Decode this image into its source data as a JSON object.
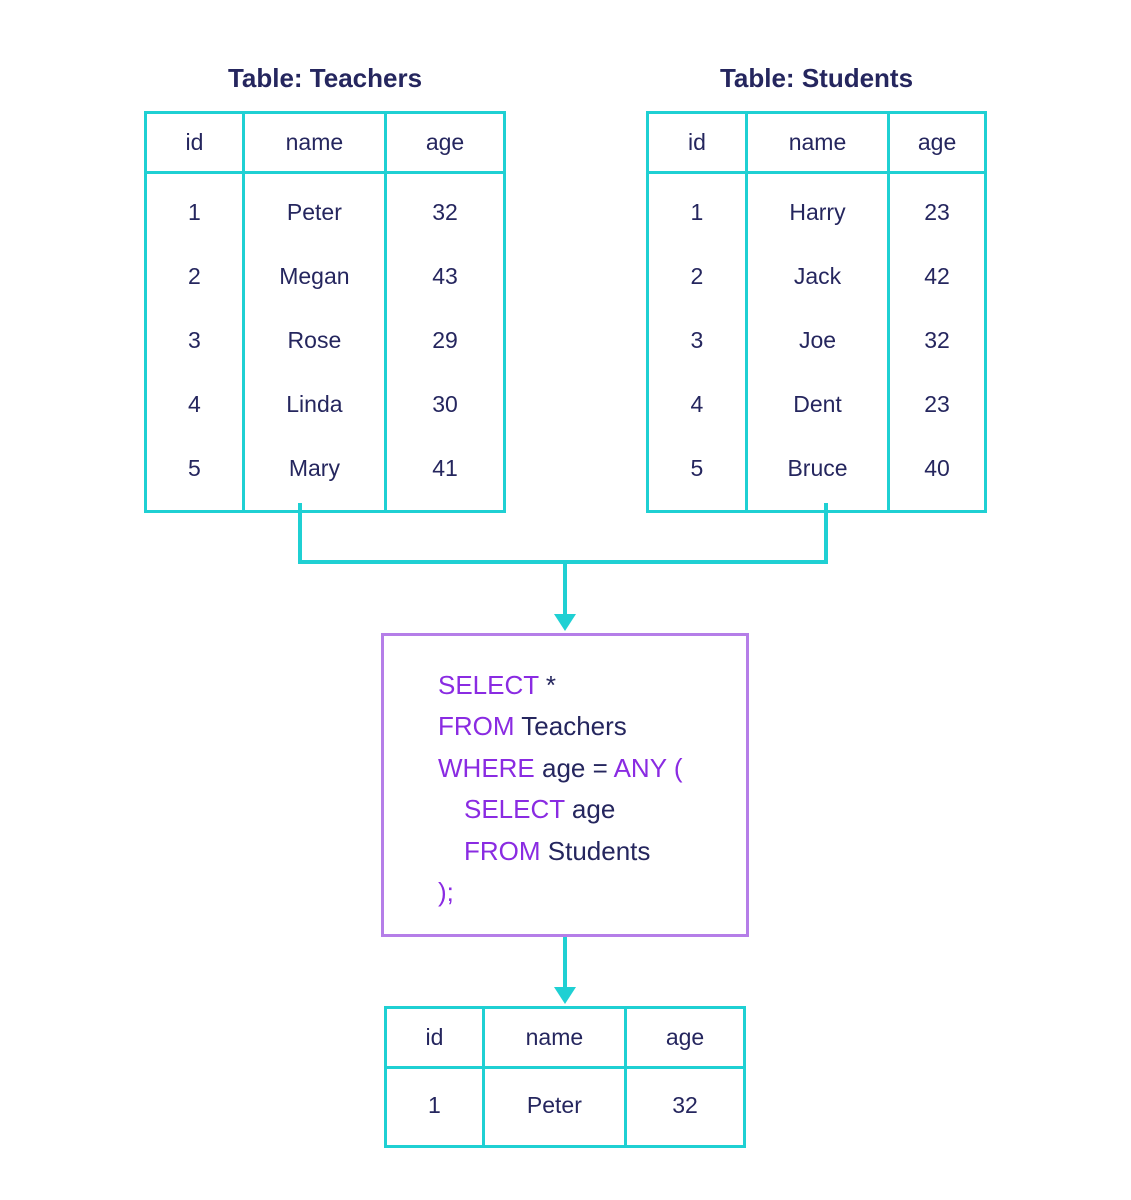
{
  "teachers": {
    "title": "Table: Teachers",
    "columns": [
      "id",
      "name",
      "age"
    ],
    "rows": [
      [
        "1",
        "Peter",
        "32"
      ],
      [
        "2",
        "Megan",
        "43"
      ],
      [
        "3",
        "Rose",
        "29"
      ],
      [
        "4",
        "Linda",
        "30"
      ],
      [
        "5",
        "Mary",
        "41"
      ]
    ]
  },
  "students": {
    "title": "Table: Students",
    "columns": [
      "id",
      "name",
      "age"
    ],
    "rows": [
      [
        "1",
        "Harry",
        "23"
      ],
      [
        "2",
        "Jack",
        "42"
      ],
      [
        "3",
        "Joe",
        "32"
      ],
      [
        "4",
        "Dent",
        "23"
      ],
      [
        "5",
        "Bruce",
        "40"
      ]
    ]
  },
  "query": {
    "line1": {
      "kw": "SELECT",
      "rest": " *"
    },
    "line2": {
      "kw": "FROM",
      "rest": " Teachers"
    },
    "line3": {
      "kw": "WHERE",
      "mid": " age = ",
      "kw2": "ANY",
      "end": " ("
    },
    "line4": {
      "kw": "SELECT",
      "rest": " age"
    },
    "line5": {
      "kw": "FROM",
      "rest": " Students"
    },
    "line6": {
      "text": ");"
    }
  },
  "result": {
    "columns": [
      "id",
      "name",
      "age"
    ],
    "rows": [
      [
        "1",
        "Peter",
        "32"
      ]
    ]
  },
  "colors": {
    "table_border": "#1fd0d3",
    "query_border": "#b57ee8",
    "keyword": "#8a2be2",
    "text": "#25265e"
  }
}
